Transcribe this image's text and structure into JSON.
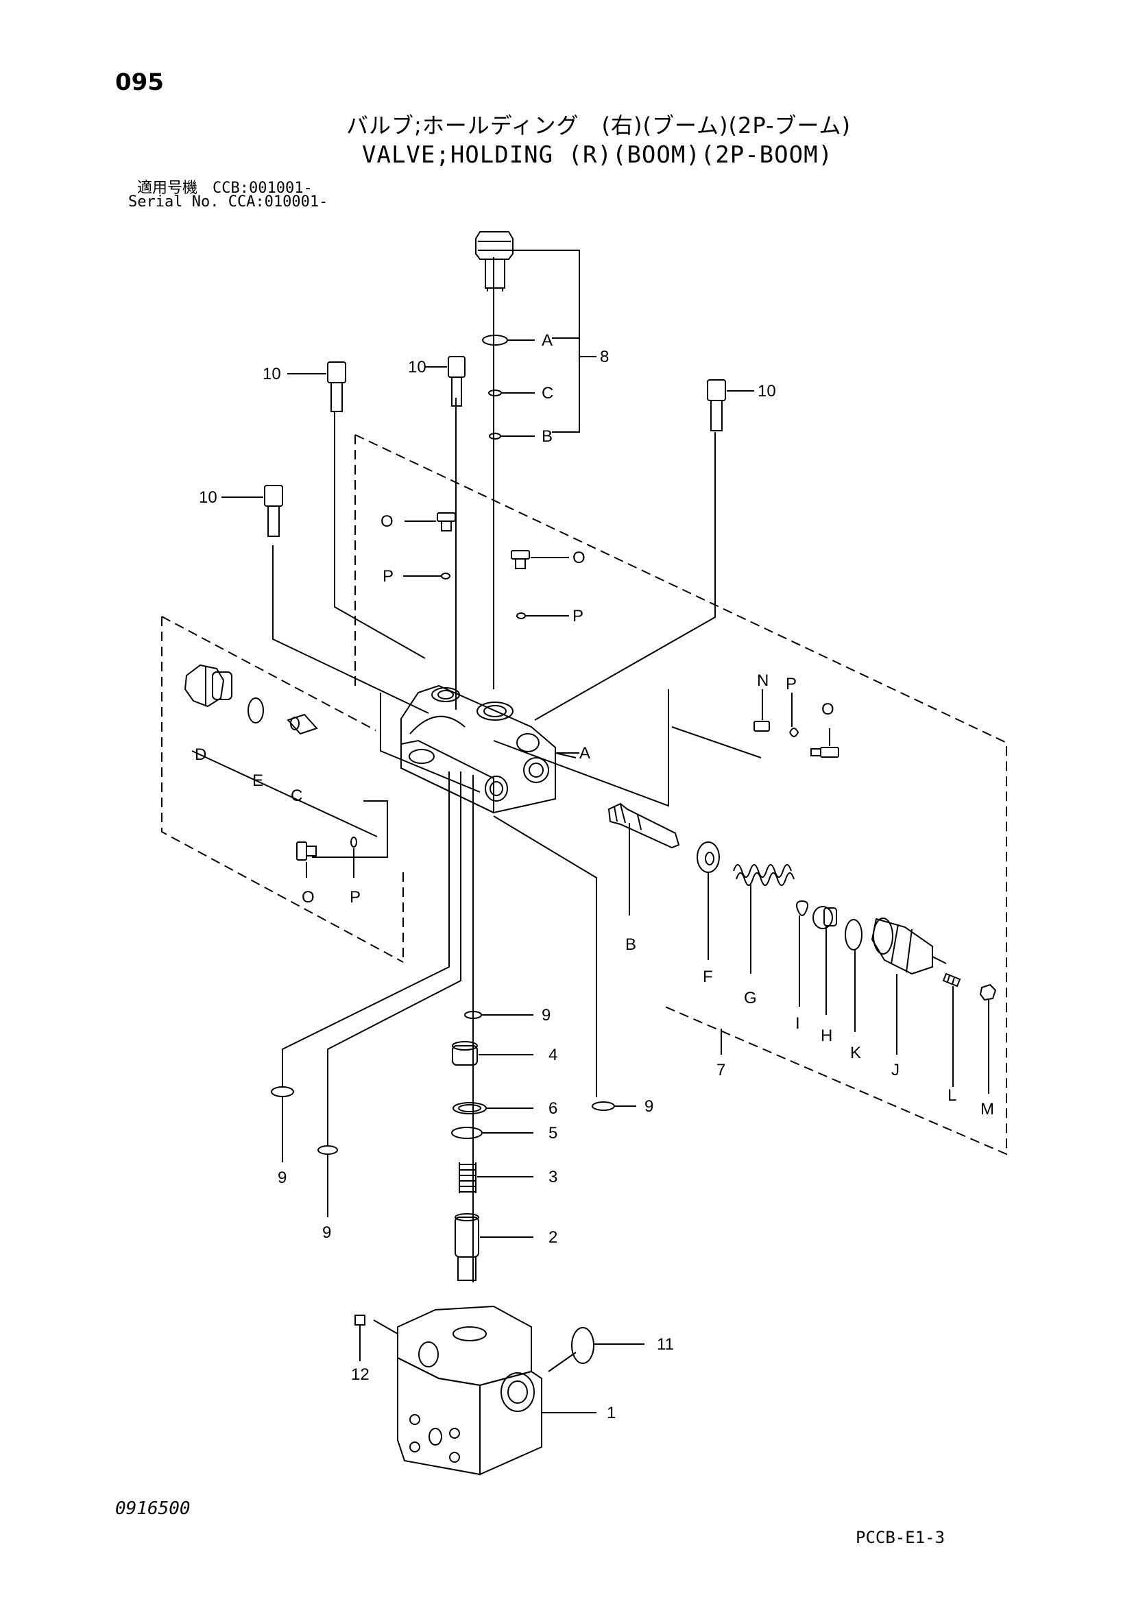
{
  "header": {
    "page_number": "095",
    "title_jp": "バルブ;ホールディング　(右)(ブーム)(2P-ブーム)",
    "title_en": "VALVE;HOLDING (R)(BOOM)(2P-BOOM)",
    "serial_line_1": "適用号機　CCB:001001-",
    "serial_line_2": "Serial No. CCA:010001-"
  },
  "footer": {
    "figure_number": "0916500",
    "page_code": "PCCB-E1-3"
  },
  "callouts": [
    {
      "id": "A1",
      "text": "A"
    },
    {
      "id": "C1",
      "text": "C"
    },
    {
      "id": "B1",
      "text": "B"
    },
    {
      "id": "N8",
      "text": "8"
    },
    {
      "id": "T10a",
      "text": "10"
    },
    {
      "id": "T10b",
      "text": "10"
    },
    {
      "id": "T10c",
      "text": "10"
    },
    {
      "id": "T10d",
      "text": "10"
    },
    {
      "id": "O1",
      "text": "O"
    },
    {
      "id": "P1",
      "text": "P"
    },
    {
      "id": "O2",
      "text": "O"
    },
    {
      "id": "P2",
      "text": "P"
    },
    {
      "id": "N",
      "text": "N"
    },
    {
      "id": "P3",
      "text": "P"
    },
    {
      "id": "O3",
      "text": "O"
    },
    {
      "id": "A2",
      "text": "A"
    },
    {
      "id": "D",
      "text": "D"
    },
    {
      "id": "E",
      "text": "E"
    },
    {
      "id": "C2",
      "text": "C"
    },
    {
      "id": "O4",
      "text": "O"
    },
    {
      "id": "P4",
      "text": "P"
    },
    {
      "id": "B2",
      "text": "B"
    },
    {
      "id": "F",
      "text": "F"
    },
    {
      "id": "G",
      "text": "G"
    },
    {
      "id": "I",
      "text": "I"
    },
    {
      "id": "H",
      "text": "H"
    },
    {
      "id": "K",
      "text": "K"
    },
    {
      "id": "J",
      "text": "J"
    },
    {
      "id": "L",
      "text": "L"
    },
    {
      "id": "M",
      "text": "M"
    },
    {
      "id": "N7",
      "text": "7"
    },
    {
      "id": "N9a",
      "text": "9"
    },
    {
      "id": "N4",
      "text": "4"
    },
    {
      "id": "N9b",
      "text": "9"
    },
    {
      "id": "N6",
      "text": "6"
    },
    {
      "id": "N5",
      "text": "5"
    },
    {
      "id": "N3",
      "text": "3"
    },
    {
      "id": "N2",
      "text": "2"
    },
    {
      "id": "N9c",
      "text": "9"
    },
    {
      "id": "N9d",
      "text": "9"
    },
    {
      "id": "N11",
      "text": "11"
    },
    {
      "id": "N12",
      "text": "12"
    },
    {
      "id": "N1",
      "text": "1"
    }
  ]
}
